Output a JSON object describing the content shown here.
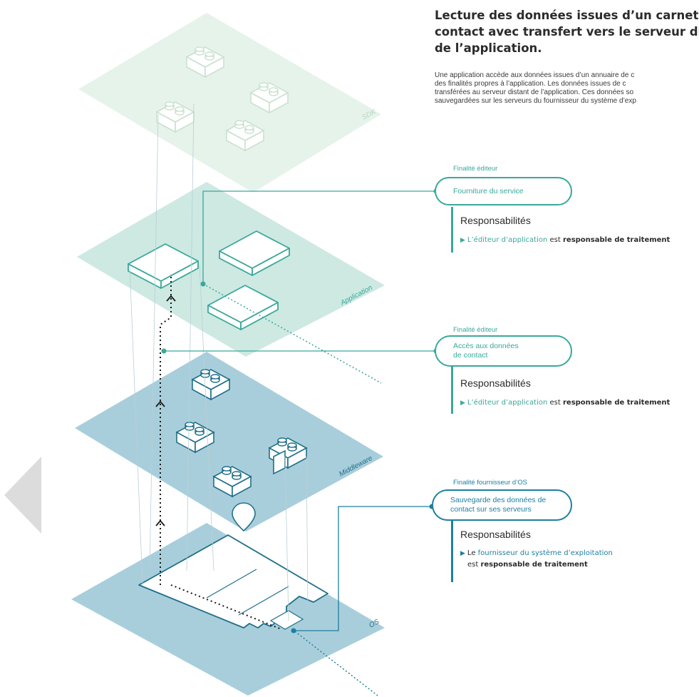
{
  "header": {
    "title_lines": [
      "Lecture des données issues d’un carnet d",
      "contact avec transfert vers le serveur di",
      "de l’application."
    ],
    "intro_lines": [
      "Une application accède aux données issues d’un annuaire de c",
      "des finalités propres à l’application. Les données issues de c",
      "transférées au serveur distant de l’application. Ces données so",
      "sauvegardées sur les serveurs du fournisseur du système d’exp"
    ]
  },
  "layers": {
    "sdk": "SDK",
    "application": "Application",
    "middleware": "Middleware",
    "os": "OS"
  },
  "callouts": [
    {
      "tag": "Finalité éditeur",
      "pill_lines": [
        "Fourniture du service"
      ],
      "resp_title": "Responsabilités",
      "resp_prefix": "",
      "resp_highlight": "L’éditeur d’application",
      "resp_middle": " est ",
      "resp_bold": "responsable de traitement",
      "color": "#3aa89b"
    },
    {
      "tag": "Finalité éditeur",
      "pill_lines": [
        "Accès aux données",
        "de contact"
      ],
      "resp_title": "Responsabilités",
      "resp_prefix": "",
      "resp_highlight": "L’éditeur d’application",
      "resp_middle": " est ",
      "resp_bold": "responsable de traitement",
      "color": "#3aa89b"
    },
    {
      "tag": "Finalité fournisseur d’OS",
      "pill_lines": [
        "Sauvegarde des données de",
        "contact sur ses serveurs"
      ],
      "resp_title": "Responsabilités",
      "resp_prefix": "Le ",
      "resp_highlight": "fournisseur du système d’exploitation",
      "resp_line2_middle": "est ",
      "resp_bold": "responsable de traitement",
      "color": "#1e7fa0"
    }
  ],
  "colors": {
    "sdk_plane": "#e6f3ea",
    "app_plane": "#cde9e2",
    "middleware_plane": "#a9cedb",
    "os_plane": "#a9cedb",
    "teal": "#3aa89b",
    "blue": "#1e7fa0",
    "text": "#2b2b2b"
  }
}
